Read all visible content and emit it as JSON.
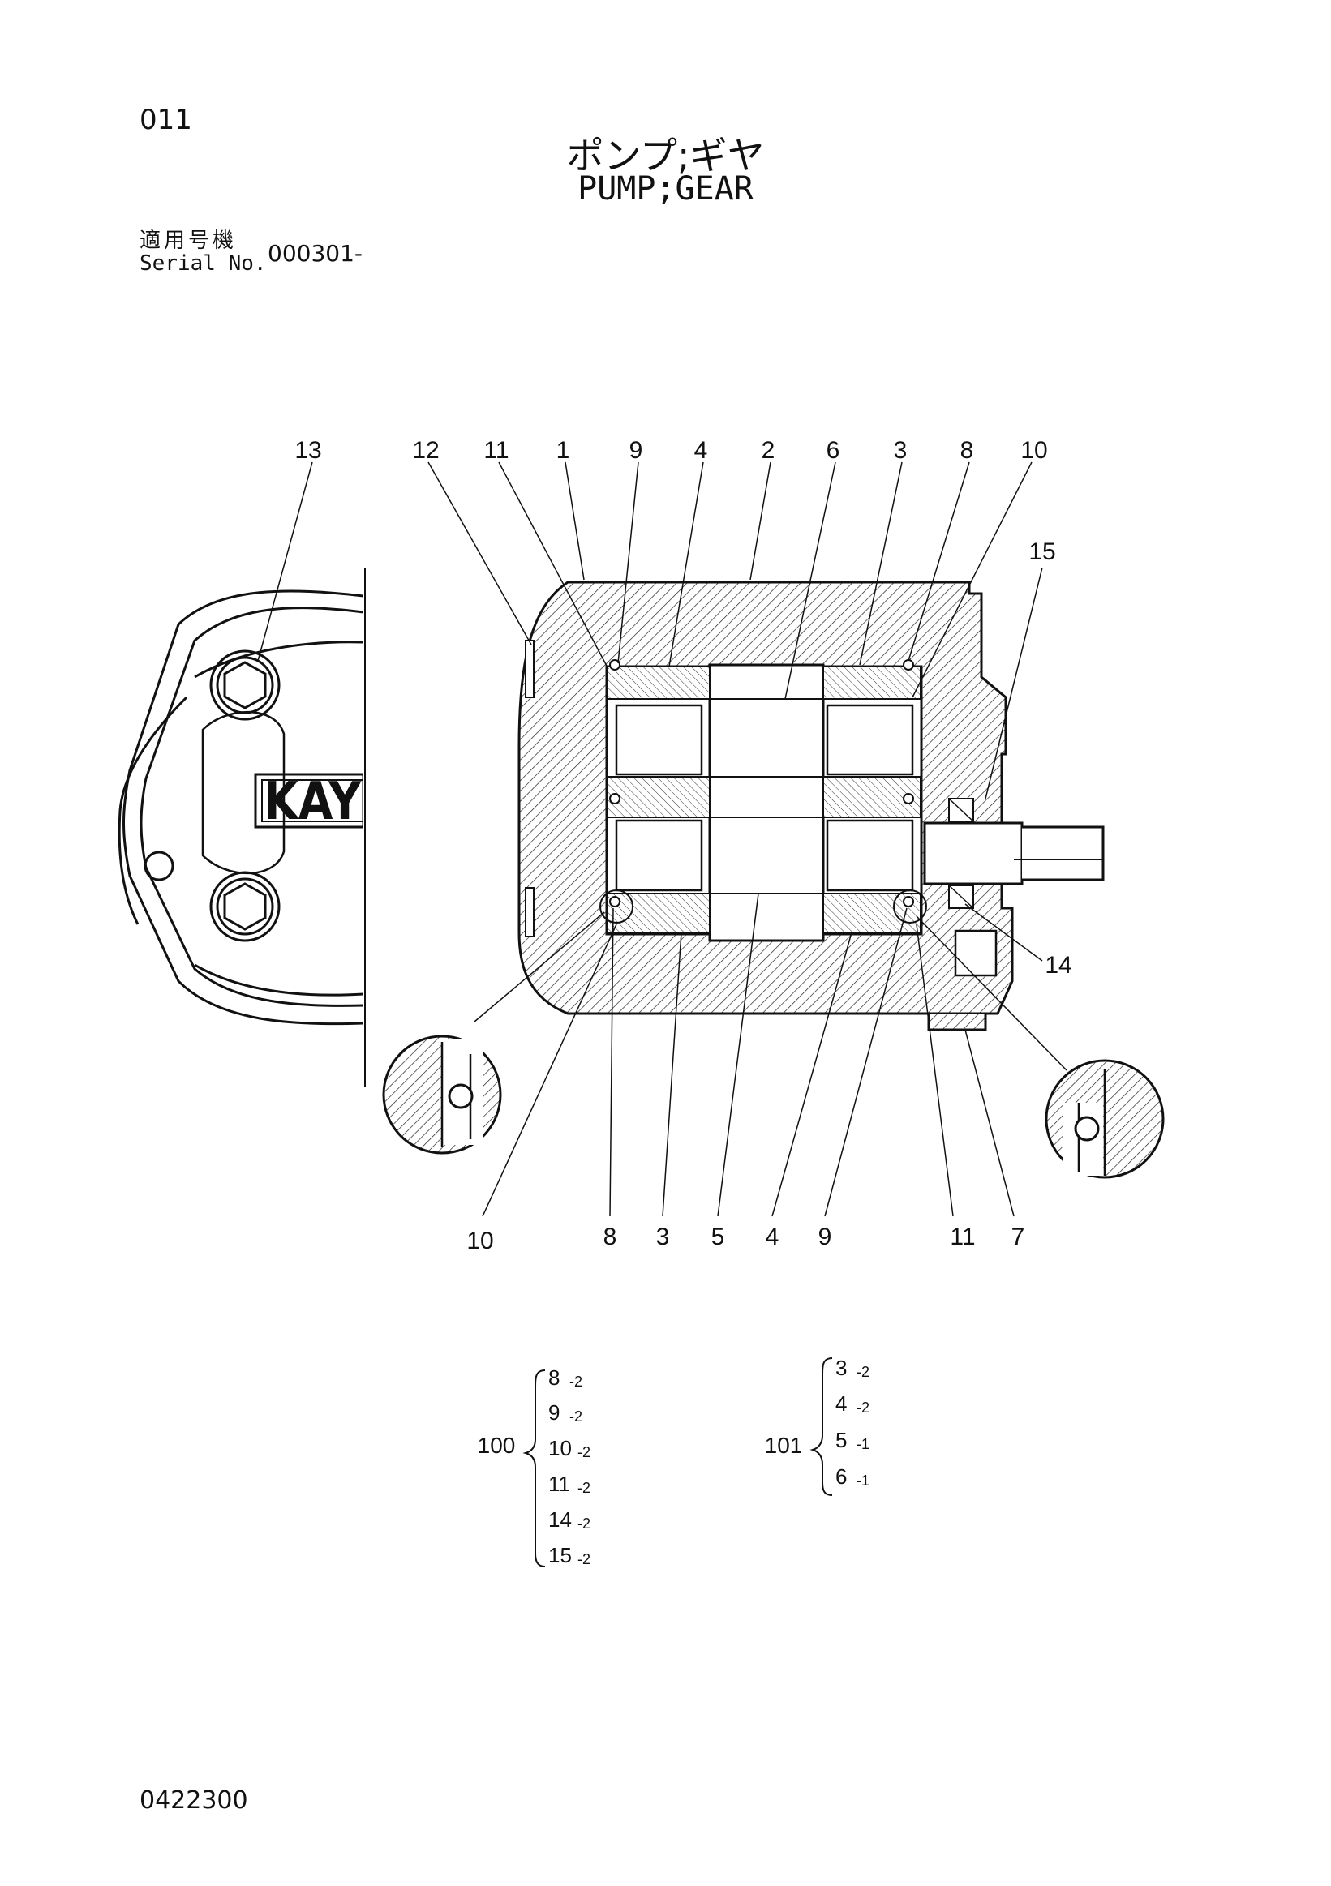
{
  "header": {
    "page_number": "011",
    "title_jp": "ポンプ;ギヤ",
    "title_en": "PUMP;GEAR",
    "serial_label_jp": "適用号機",
    "serial_label_en": "Serial No.",
    "serial_value": "000301-"
  },
  "diagram": {
    "logo_text": "KAY",
    "callouts_top": [
      "13",
      "12",
      "11",
      "1",
      "9",
      "4",
      "2",
      "6",
      "3",
      "8",
      "10",
      "15"
    ],
    "callouts_right": [
      "14"
    ],
    "callouts_bottom": [
      "10",
      "8",
      "3",
      "5",
      "4",
      "9",
      "11",
      "7"
    ]
  },
  "sets": [
    {
      "number": "100",
      "items": [
        {
          "part": "8",
          "qty": "-2"
        },
        {
          "part": "9",
          "qty": "-2"
        },
        {
          "part": "10",
          "qty": "-2"
        },
        {
          "part": "11",
          "qty": "-2"
        },
        {
          "part": "14",
          "qty": "-2"
        },
        {
          "part": "15",
          "qty": "-2"
        }
      ]
    },
    {
      "number": "101",
      "items": [
        {
          "part": "3",
          "qty": "-2"
        },
        {
          "part": "4",
          "qty": "-2"
        },
        {
          "part": "5",
          "qty": "-1"
        },
        {
          "part": "6",
          "qty": "-1"
        }
      ]
    }
  ],
  "footer": {
    "drawing_number": "0422300"
  }
}
